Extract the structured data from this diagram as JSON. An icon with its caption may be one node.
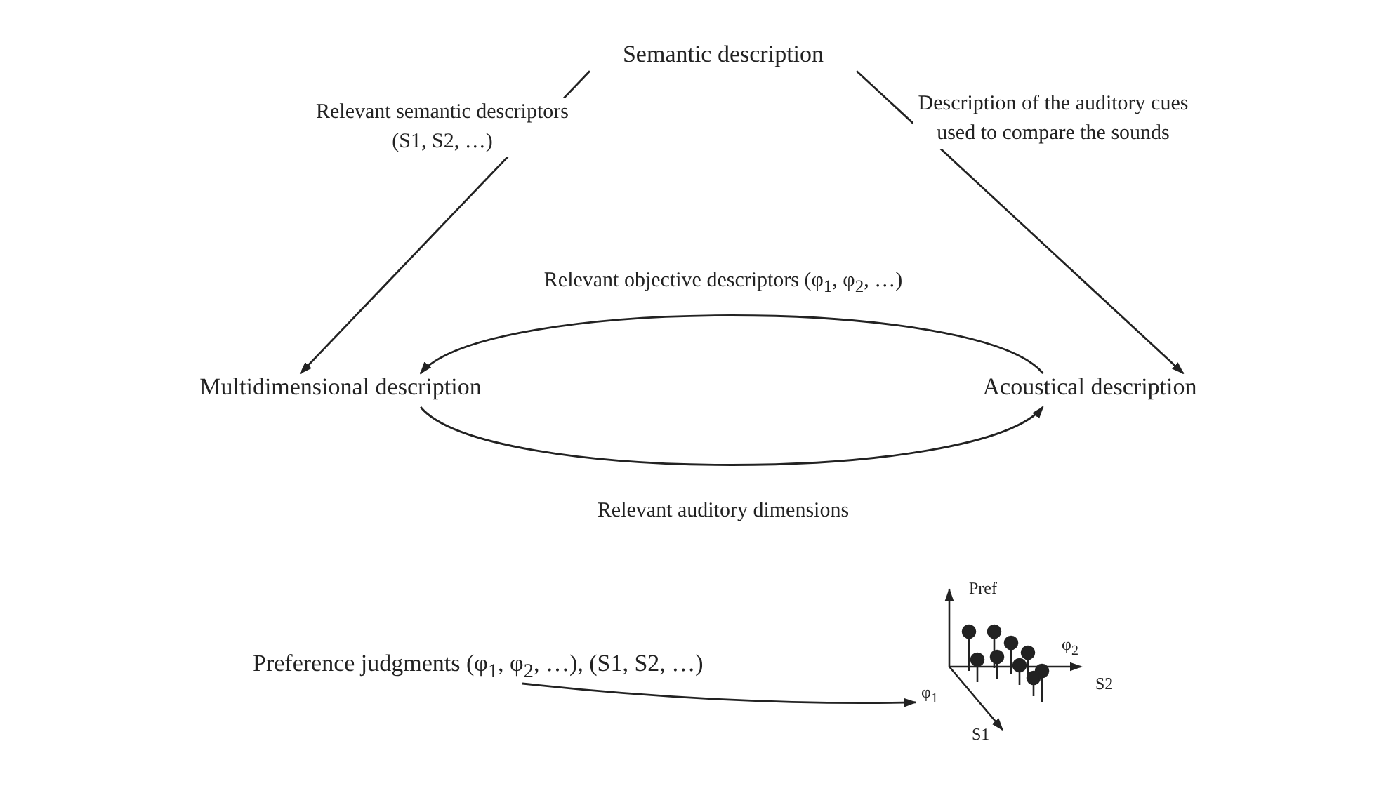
{
  "diagram": {
    "nodes": [
      {
        "text": [
          "Semantic description"
        ]
      },
      {
        "text": [
          "Multidimensional description"
        ]
      },
      {
        "text": [
          "Acoustical description"
        ]
      },
      {
        "text": [
          "Preference judgments (φ$_{1}$, φ$_{2}$, …), (S1, S2, …)"
        ]
      },
      {
        "text": [],
        "shape": "picture"
      }
    ],
    "edges": [
      {
        "from": 0,
        "to": 1,
        "arrow": "to",
        "label": "Relevant semantic descriptors (S1, S2, …)"
      },
      {
        "from": 0,
        "to": 2,
        "arrow": "to",
        "label": "Description of the auditory cues used to compare the sounds"
      },
      {
        "from": 2,
        "to": 1,
        "arrow": "to",
        "label": "Relevant objective descriptors (φ$_{1}$, φ$_{2}$, …)"
      },
      {
        "from": 1,
        "to": 2,
        "arrow": "to",
        "label": "Relevant auditory dimensions"
      },
      {
        "from": 3,
        "to": 4,
        "arrow": "to"
      }
    ],
    "labels": [
      "Pref",
      "φ$_{2}$",
      "S2",
      "φ$_{1}$",
      "S1"
    ]
  }
}
